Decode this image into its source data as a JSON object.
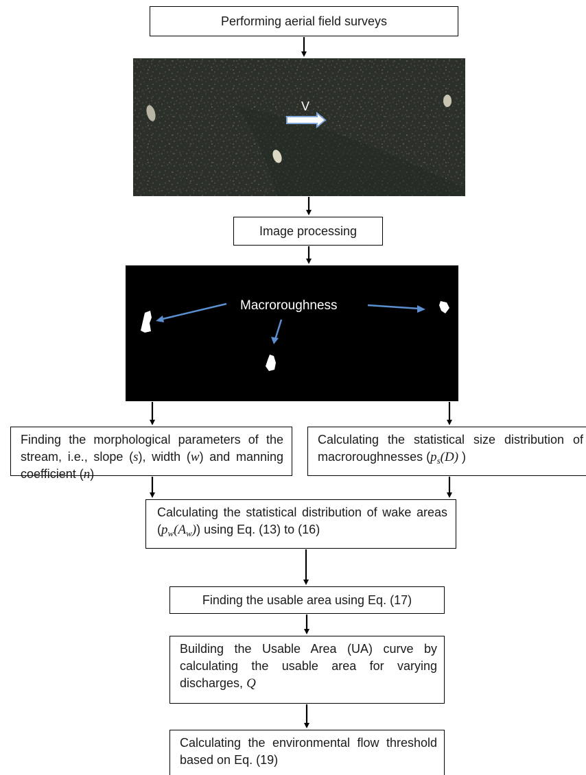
{
  "steps": {
    "survey": "Performing aerial field surveys",
    "processing": "Image processing",
    "morph": {
      "text1": "Finding the morphological parameters of the stream, i.e., slope (",
      "s": "s",
      "text2": "), width (",
      "w": "w",
      "text3": ") and manning coefficient (",
      "n": "n",
      "text4": ")"
    },
    "size_dist": {
      "text1": "Calculating the statistical size distribution of macroroughnesses (",
      "p": "p",
      "p_sub": "s",
      "arg": "(D)",
      "text2": " )"
    },
    "wake": {
      "text1": "Calculating the statistical distribution of wake areas (",
      "p": "p",
      "p_sub": "w",
      "arg_open": "(A",
      "arg_sub": "w",
      "arg_close": ")",
      "text2": ") using Eq. (13) to (16)"
    },
    "usable": "Finding the usable area using Eq. (17)",
    "ua_curve": {
      "text1": "Building the Usable Area (UA) curve by calculating the usable area for varying discharges, ",
      "q": "Q"
    },
    "eflow": "Calculating the environmental flow threshold based on Eq. (19)"
  },
  "aerial_photo": {
    "flow_label": "V"
  },
  "binary_image": {
    "label": "Macroroughness"
  },
  "colors": {
    "annotation_arrow": "#5b8fd0",
    "photo_bg": "#2a2f27",
    "binary_bg": "#000000"
  }
}
